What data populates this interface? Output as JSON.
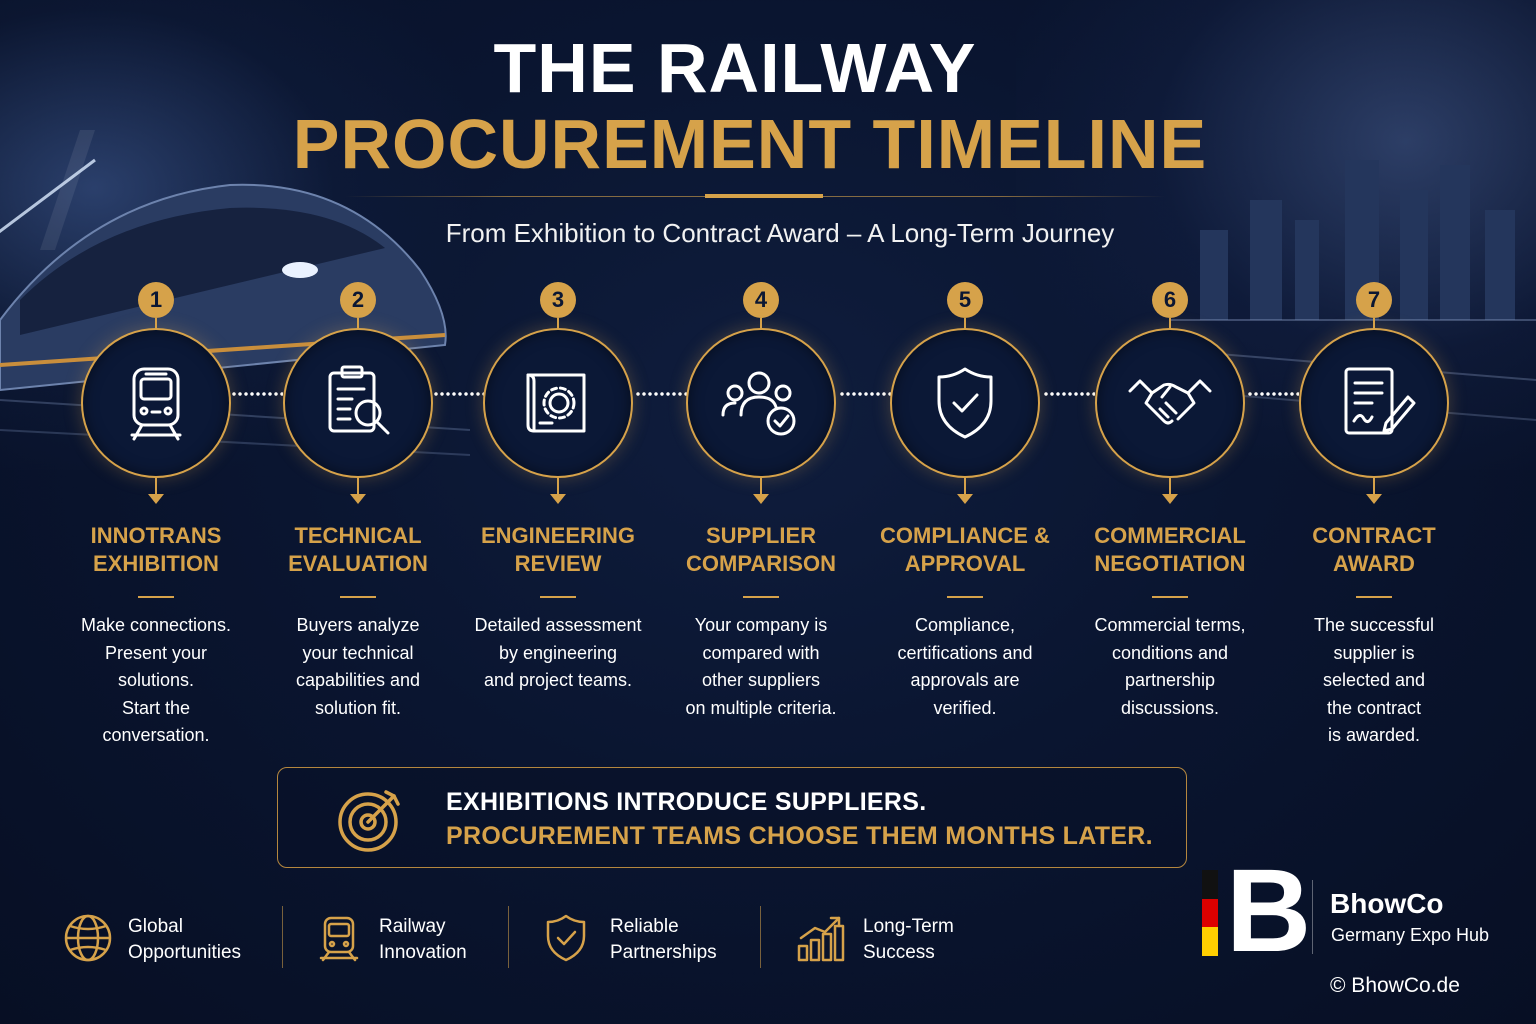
{
  "title_line1": "THE RAILWAY",
  "title_line2": "PROCUREMENT TIMELINE",
  "subtitle": "From Exhibition to Contract Award – A Long-Term Journey",
  "steps": [
    {
      "number": "1",
      "title_line1": "INNOTRANS",
      "title_line2": "EXHIBITION",
      "icon": "train-icon",
      "desc": [
        "Make connections.",
        "Present your",
        "solutions.",
        "Start the",
        "conversation."
      ]
    },
    {
      "number": "2",
      "title_line1": "TECHNICAL",
      "title_line2": "EVALUATION",
      "icon": "clipboard-search-icon",
      "desc": [
        "Buyers analyze",
        "your technical",
        "capabilities and",
        "solution fit."
      ]
    },
    {
      "number": "3",
      "title_line1": "ENGINEERING",
      "title_line2": "REVIEW",
      "icon": "blueprint-gear-icon",
      "desc": [
        "Detailed assessment",
        "by engineering",
        "and project teams."
      ]
    },
    {
      "number": "4",
      "title_line1": "SUPPLIER",
      "title_line2": "COMPARISON",
      "icon": "people-check-icon",
      "desc": [
        "Your company is",
        "compared with",
        "other suppliers",
        "on multiple criteria."
      ]
    },
    {
      "number": "5",
      "title_line1": "COMPLIANCE &",
      "title_line2": "APPROVAL",
      "icon": "shield-check-icon",
      "desc": [
        "Compliance,",
        "certifications and",
        "approvals are",
        "verified."
      ]
    },
    {
      "number": "6",
      "title_line1": "COMMERCIAL",
      "title_line2": "NEGOTIATION",
      "icon": "handshake-icon",
      "desc": [
        "Commercial terms,",
        "conditions and",
        "partnership",
        "discussions."
      ]
    },
    {
      "number": "7",
      "title_line1": "CONTRACT",
      "title_line2": "AWARD",
      "icon": "contract-pen-icon",
      "desc": [
        "The successful",
        "supplier is",
        "selected and",
        "the contract",
        "is awarded."
      ]
    }
  ],
  "callout": {
    "line1": "EXHIBITIONS INTRODUCE SUPPLIERS.",
    "line2": "PROCUREMENT TEAMS CHOOSE THEM MONTHS LATER.",
    "icon": "target-icon"
  },
  "features": [
    {
      "line1": "Global",
      "line2": "Opportunities",
      "icon": "globe-icon"
    },
    {
      "line1": "Railway",
      "line2": "Innovation",
      "icon": "train-icon"
    },
    {
      "line1": "Reliable",
      "line2": "Partnerships",
      "icon": "shield-check-icon"
    },
    {
      "line1": "Long-Term",
      "line2": "Success",
      "icon": "growth-chart-icon"
    }
  ],
  "brand": {
    "logo_letter": "B",
    "name": "BhowCo",
    "tagline": "Germany Expo Hub",
    "copyright": "© BhowCo.de"
  },
  "colors": {
    "gold": "#d6a24a",
    "navy": "#0a1530",
    "white": "#ffffff",
    "flag_black": "#111111",
    "flag_red": "#dd0000",
    "flag_gold": "#ffce00"
  }
}
